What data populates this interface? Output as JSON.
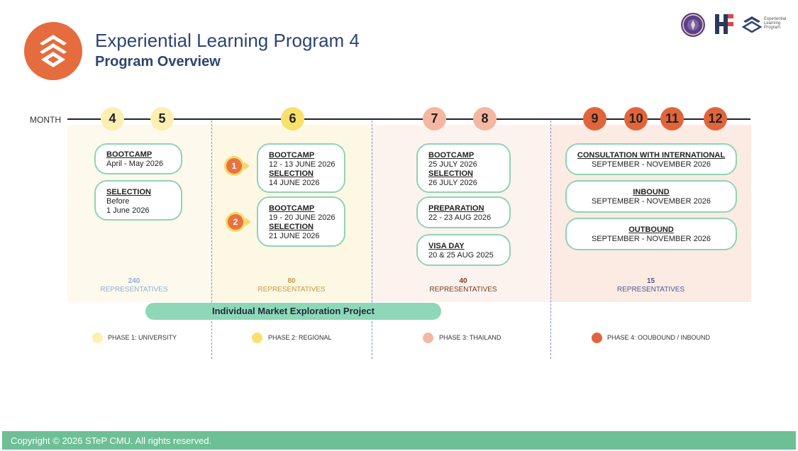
{
  "header": {
    "title": "Experiential Learning Program 4",
    "subtitle": "Program Overview",
    "partner_logo_text": "Experiential Learning Program"
  },
  "timeline": {
    "month_label": "MONTH",
    "months": [
      "4",
      "5",
      "6",
      "7",
      "8",
      "9",
      "10",
      "11",
      "12"
    ]
  },
  "phase1": {
    "cards": [
      {
        "heading": "BOOTCAMP",
        "lines": [
          "April - May 2026"
        ]
      },
      {
        "heading": "SELECTION",
        "lines": [
          "Before",
          "1 June 2026"
        ]
      }
    ],
    "rep_count": "240",
    "rep_label": "REPRESENTATIVES"
  },
  "phase2": {
    "markers": [
      "1",
      "2"
    ],
    "cards": [
      {
        "h1": "BOOTCAMP",
        "d1": "12 - 13 JUNE 2026",
        "h2": "SELECTION",
        "d2": "14 JUNE 2026"
      },
      {
        "h1": "BOOTCAMP",
        "d1": "19 - 20 JUNE 2026",
        "h2": "SELECTION",
        "d2": "21 JUNE 2026"
      }
    ],
    "rep_count": "80",
    "rep_label": "REPRESENTATIVES"
  },
  "phase3": {
    "cards": [
      {
        "h1": "BOOTCAMP",
        "d1": "25 JULY 2026",
        "h2": "SELECTION",
        "d2": "26 JULY 2026"
      },
      {
        "heading": "PREPARATION",
        "date": "22 - 23 AUG 2026"
      },
      {
        "heading": "VISA DAY",
        "date": "20 & 25 AUG 2025"
      }
    ],
    "rep_count": "40",
    "rep_label": "REPRESENTATIVES"
  },
  "phase4": {
    "cards": [
      {
        "heading": "CONSULTATION WITH INTERNATIONAL",
        "date": "SEPTEMBER - NOVEMBER 2026"
      },
      {
        "heading": "INBOUND",
        "date": "SEPTEMBER - NOVEMBER 2026"
      },
      {
        "heading": "OUTBOUND",
        "date": "SEPTEMBER - NOVEMBER 2026"
      }
    ],
    "rep_count": "15",
    "rep_label": "REPRESENTATIVES"
  },
  "project_bar": "Individual Market Exploration Project",
  "legend": [
    {
      "label": "PHASE 1: UNIVERSITY",
      "color": "#fbefb2"
    },
    {
      "label": "PHASE 2: REGIONAL",
      "color": "#f9e06a"
    },
    {
      "label": "PHASE 3: THAILAND",
      "color": "#f4b7a1"
    },
    {
      "label": "PHASE 4: OOUBOUND / INBOUND",
      "color": "#e2643a"
    }
  ],
  "footer": "Copyright © 2026 STeP CMU. All rights reserved.",
  "colors": {
    "brand_orange": "#e46c3e",
    "title_navy": "#2e4470",
    "card_border": "#8fd4b4",
    "footer_green": "#6dbf95"
  }
}
